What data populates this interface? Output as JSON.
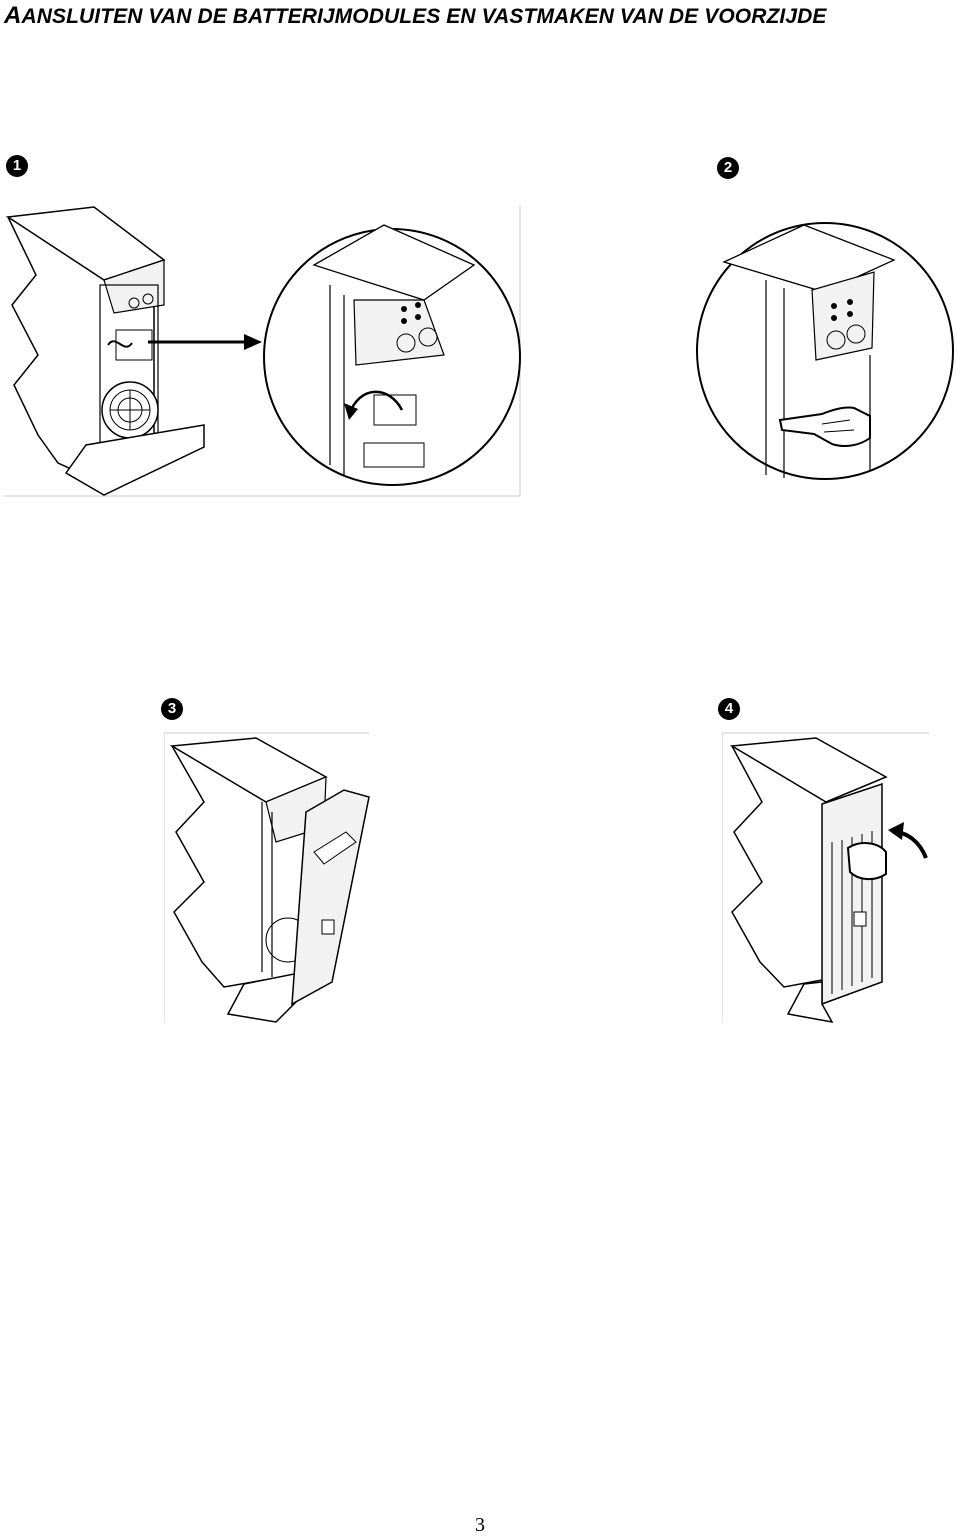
{
  "page": {
    "title_initial": "A",
    "title_rest": "ANSLUITEN VAN DE BATTERIJMODULES EN VASTMAKEN VAN DE VOORZIJDE",
    "page_number": "3"
  },
  "steps": [
    {
      "number": "1"
    },
    {
      "number": "2"
    },
    {
      "number": "3"
    },
    {
      "number": "4"
    }
  ],
  "icons": {
    "arrow": "right-arrow-icon",
    "hand": "pointing-hand-icon"
  },
  "colors": {
    "line": "#000000",
    "background": "#ffffff",
    "panel": "#f2f2f2"
  }
}
